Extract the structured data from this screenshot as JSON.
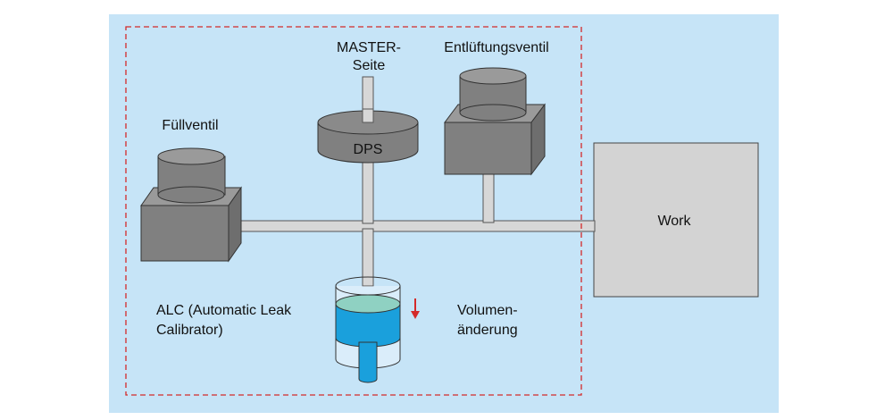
{
  "labels": {
    "master_line1": "MASTER-",
    "master_line2": "Seite",
    "vent_valve": "Entlüftungsventil",
    "fill_valve": "Füllventil",
    "dps": "DPS",
    "work": "Work",
    "alc_line1": "ALC (Automatic Leak",
    "alc_line2": "Calibrator)",
    "volume_line1": "Volumen-",
    "volume_line2": "änderung"
  },
  "colors": {
    "background": "#c6e4f7",
    "boundary_dashed": "#d42a2a",
    "component_gray": "#808080",
    "pipe_gray": "#d7d7d7",
    "work_fill": "#d3d3d3",
    "liquid_blue": "#1aa0dc",
    "liquid_surface": "#8fd1c2",
    "arrow_red": "#d42a2a"
  }
}
